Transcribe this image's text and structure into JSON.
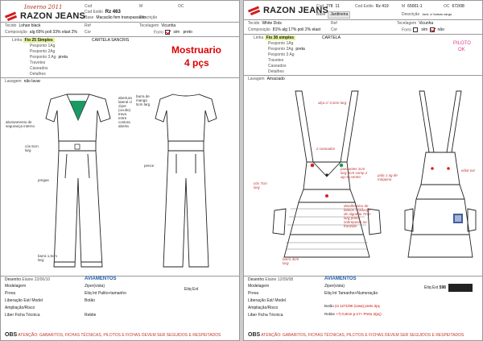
{
  "left": {
    "brand": "RAZON JEANS",
    "season": "Inverno 2011",
    "cod": "Cod",
    "cod_estilo_label": "Cod Estilo",
    "cod_estilo": "Rz 463",
    "m": "M",
    "oc": "OC",
    "base_label": "Base",
    "base": "Macacão fem transpassado",
    "descricao_label": "Descrição",
    "tecido_label": "Tecido",
    "tecido": "Lohan black",
    "ref_label": "Ref",
    "tecelagem_label": "Tecelagem",
    "tecelagem": "Vicunha",
    "composicao_label": "Composição",
    "composicao": "alg 65% poli 33% elast 2%",
    "cor_label": "Cor",
    "forro_label": "Forro",
    "forro_options": [
      "sim",
      "preto"
    ],
    "linha_label": "Linha",
    "linha": "Fio 25 Simples",
    "cartela": "CARTELA SANCRIS",
    "pespontos": [
      "Pesponto 1Ag",
      "Pesponto 2Ag",
      "Pesponto 3 Ag"
    ],
    "pesponto3_note": "preta",
    "others": [
      "Travetes",
      "Caseados",
      "Detalhes"
    ],
    "lavagem_label": "Lavagem",
    "lavagem": "não lavar",
    "stamp1": "Mostruario",
    "stamp2": "4 pçs",
    "notes": {
      "abotoamento": "abotoamento de segurança interno",
      "cos": "cós 6cm larg",
      "abertura": "abertura lateral c/ zíper (oculto) trava entre costura aberta",
      "barra_manga": "barra de manga 5cm larg",
      "pregas": "pregas",
      "pence": "pence",
      "barra": "barra 1,5cm larg"
    },
    "desenho_label": "Desenho",
    "desenho": "Elaine 22/06/10",
    "aviamentos": "AVIAMENTOS",
    "footer_labels": [
      "Modelagem",
      "Prova",
      "Liberação Est/ Model",
      "Ampliação/Risco",
      "Liber Ficha Técnica"
    ],
    "ziper": "Ziper(vista)",
    "etiq_int": "Etiq Int",
    "etiq_int_v": "Palito+tamanho",
    "botao": "Botão",
    "rebite": "Rebite",
    "etiq_ext": "Etiq Ext",
    "obs_label": "OBS",
    "obs_text": "ATENÇÃO: GABARITOS, FICHAS TÉCNICAS, PILOTOS E FICHAS DEVEM SER SEGUIDOS E RESPEITADOS"
  },
  "right": {
    "brand": "RAZON JEANS",
    "cod": "Cod",
    "cod_v1": "278",
    "cod_v2": "11",
    "cod_estilo_label": "Cod Estilo",
    "cod_estilo": "Rz 419",
    "m": "M",
    "m_v": "65001-1",
    "oc": "OC",
    "oc_v": "672/08",
    "base_label": "Base",
    "base": "Jardineira",
    "descricao_label": "Descrição",
    "descricao": "Jard. c/ bolsos cargo",
    "tecido_label": "Tecido",
    "tecido": "White Dots",
    "ref_label": "Ref",
    "tecelagem_label": "Tecelagem",
    "tecelagem": "Vicunha",
    "composicao_label": "Composição",
    "composicao": "81% alg 17% poli 2% elast",
    "cor_label": "Cor",
    "forro_label": "Forro",
    "forro_options": [
      "sim",
      "não"
    ],
    "linha_label": "Linha",
    "linha": "Fio 38 simples",
    "cartela": "CARTELA",
    "pespontos": [
      "Pesponto 1Ag",
      "Pesponto 2Ag",
      "Pesponto 3 Ag"
    ],
    "pesponto2_note": "preta",
    "others": [
      "Travetes",
      "Caseados",
      "Detalhes"
    ],
    "lavagem_label": "Lavagem",
    "lavagem": "Amaciado",
    "stamp1": "PILOTO",
    "stamp2": "OK",
    "notes": {
      "alca": "alça c/ 3,5cm larg",
      "caseados": "2 caseados",
      "passantes": "passantes 1cm larg 6cm comp 2 ag no centro",
      "detalhe": "detalhe bico de bolsos / cadarço de algodão 7mm larg preto sobreposto ao franzido",
      "cos": "cós 7cm larg",
      "barra": "barra 4cm larg",
      "pala": "pala 1 ag de máquina",
      "elastico": "elást ext"
    },
    "desenho_label": "Desenho",
    "desenho": "Elaine 12/09/08",
    "aviamentos": "AVIAMENTOS",
    "footer_labels": [
      "Modelagem",
      "Prova",
      "Liberação Est/ Model",
      "Ampliação/Risco",
      "Liber Ficha Técnica"
    ],
    "ziper": "Ziper(vista)",
    "etiq_int": "Etiq Int",
    "etiq_int_v": "Tamanho+Numeração",
    "etiq_ext": "Etiq Ext",
    "etiq_ext_v": "598",
    "botao": "Botão",
    "botao_v": "(si 1271/90 (casa) preto 2pç",
    "rebite": "Rebite",
    "rebite_v": "+7) 0,9cm p-17+ Preto 2(pç)",
    "obs_label": "OBS",
    "obs_text": "ATENÇÃO: GABARITOS, FICHAS TÉCNICAS, PILOTOS E FICHAS DEVEM SER SEGUIDOS E RESPEITADOS"
  }
}
